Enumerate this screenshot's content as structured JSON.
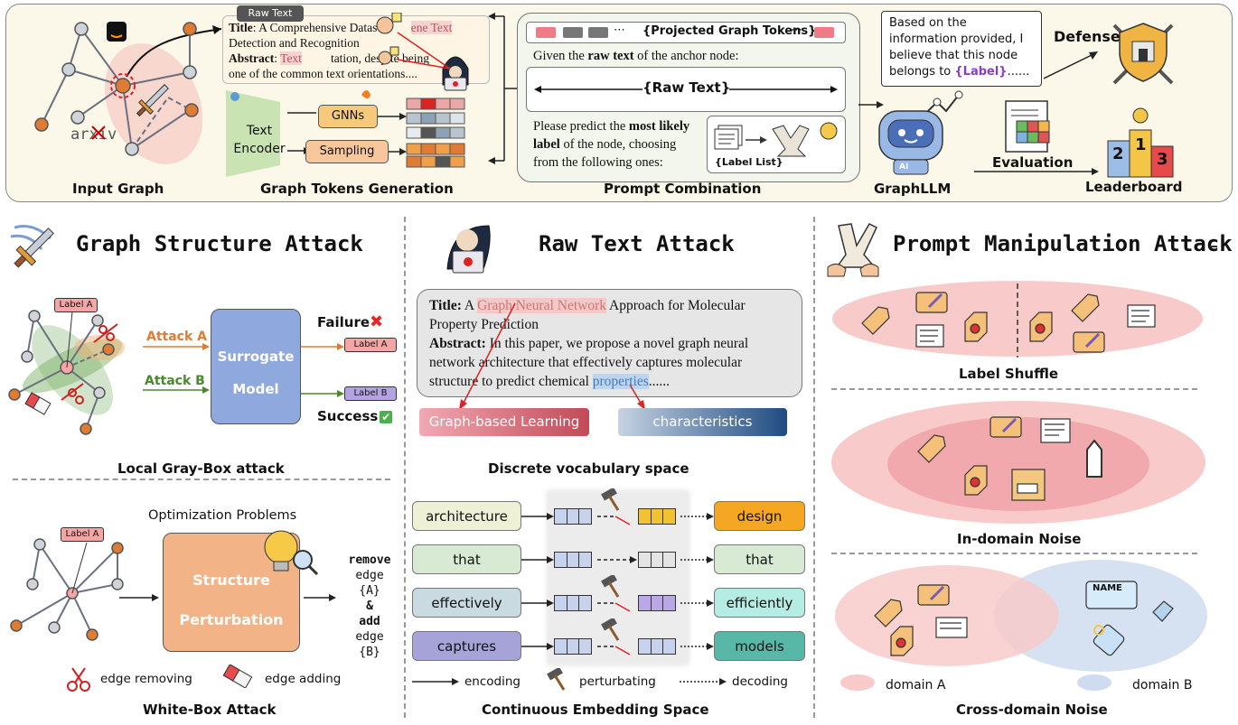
{
  "colors": {
    "top_panel_bg": "#fbf8e9",
    "prompt_bg": "#f3f6ec",
    "orange_node": "#e07b33",
    "grey_node": "#cfd3da",
    "surrogate_blue": "#8fa8dd",
    "perturb_orange": "#f2b487",
    "label_pink": "#f4a6a6",
    "label_purple": "#b4a3e2",
    "grad_red": "#c24a58",
    "grad_blue": "#1f4b82",
    "domain_a": "#f8caca",
    "domain_b": "#cfdcef",
    "label_purple_text": "#8a3ccf"
  },
  "pipeline": {
    "input_graph": {
      "caption": "Input Graph",
      "arxiv_text": "arxiv",
      "amazon_icon": "amazon-logo-icon"
    },
    "raw_text_box": {
      "tab": "Raw Text",
      "title_label": "Title",
      "title_text": ": A Comprehensive Datas",
      "title_tail": "ene Text",
      "line2": "Detection and Recognition",
      "abstract_label": "Abstract",
      "abstract_colon": ": ",
      "abstract_text": "Text",
      "abstract_mid": "tation, despite being",
      "line4": "one of the common text orientations...."
    },
    "token_gen": {
      "caption": "Graph Tokens Generation",
      "encoder": "Text Encoder",
      "gnns": "GNNs",
      "sampling": "Sampling"
    },
    "prompt": {
      "caption": "Prompt Combination",
      "projected": "{Projected Graph Tokens}",
      "ellipsis": "⋯",
      "given_pre": "Given the ",
      "given_bold": "raw text",
      "given_post": " of the anchor node:",
      "raw_text_placeholder": "{Raw Text}",
      "predict_pre": "Please predict the ",
      "predict_bold1": "most likely",
      "predict_bold2": "label",
      "predict_post1": " of the node, choosing",
      "predict_post2": "from the following ones:",
      "label_list": "{Label List}"
    },
    "graphllm": {
      "caption": "GraphLLM",
      "ai_tag": "AI",
      "bubble_line1": "Based on the",
      "bubble_line2": "information provided, I",
      "bubble_line3": "believe that this node",
      "bubble_line4_pre": "belongs to ",
      "bubble_label": "{Label}",
      "bubble_tail": "......"
    },
    "defense": "Defense",
    "evaluation": "Evaluation",
    "leaderboard": {
      "caption": "Leaderboard",
      "ranks": [
        "2",
        "1",
        "3"
      ]
    }
  },
  "structure_attack": {
    "title": "Graph Structure Attack",
    "local": {
      "caption": "Local Gray-Box attack",
      "label_a": "Label A",
      "attack_a": "Attack A",
      "attack_b": "Attack B",
      "surrogate_line1": "Surrogate",
      "surrogate_line2": "Model",
      "failure": "Failure",
      "success": "Success",
      "out_a": "Label A",
      "out_b": "Label B"
    },
    "whitebox": {
      "caption": "White-Box Attack",
      "label_a": "Label A",
      "opt": "Optimization Problems",
      "box_line1": "Structure",
      "box_line2": "Perturbation",
      "remove": "remove",
      "edge_a": "edge {A}",
      "amp": "&",
      "add": "add",
      "edge_b": "edge {B}",
      "legend_remove": "edge removing",
      "legend_add": "edge adding"
    }
  },
  "raw_text_attack": {
    "title": "Raw Text Attack",
    "title_label": "Title:",
    "title_pre": " A ",
    "title_hl": "Graph Neural Network",
    "title_post": " Approach for Molecular",
    "line2": "Property Prediction",
    "abstract_label": "Abstract:",
    "abstract_l1": " In this paper, we propose a novel graph neural",
    "abstract_l2": "network architecture that effectively captures molecular",
    "abstract_l3_pre": "structure to predict chemical ",
    "abstract_l3_hl": "properties",
    "abstract_l3_post": "......",
    "replace_1": "Graph-based Learning",
    "replace_2": "characteristics",
    "discrete_caption": "Discrete vocabulary space",
    "continuous_caption": "Continuous Embedding Space",
    "rows": [
      {
        "input": "architecture",
        "output": "design",
        "in_color": "#eef1d6",
        "out_color": "#f5a623",
        "cell_color": "#f1c232"
      },
      {
        "input": "that",
        "output": "that",
        "in_color": "#d8ead3",
        "out_color": "#d8ead3",
        "cell_color": "#e4e4e4"
      },
      {
        "input": "effectively",
        "output": "efficiently",
        "in_color": "#c9dbe0",
        "out_color": "#b5ece4",
        "cell_color": "#b9a7e6"
      },
      {
        "input": "captures",
        "output": "models",
        "in_color": "#a6a3d8",
        "out_color": "#57b8a8",
        "cell_color": "#c7d3ec"
      }
    ],
    "legend_encoding": "encoding",
    "legend_perturbating": "perturbating",
    "legend_decoding": "decoding"
  },
  "prompt_attack": {
    "title": "Prompt Manipulation Attack",
    "label_shuffle": "Label Shuffle",
    "in_domain": "In-domain Noise",
    "cross_domain": "Cross-domain Noise",
    "domain_a": "domain A",
    "domain_b": "domain B",
    "name_tag": "NAME"
  }
}
